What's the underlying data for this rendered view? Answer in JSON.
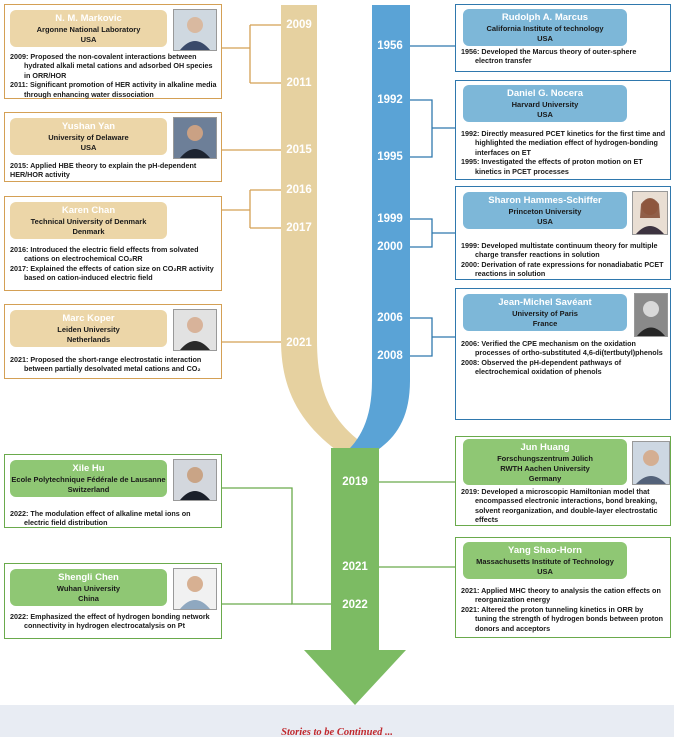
{
  "colors": {
    "tan": "#e6d1a0",
    "blue": "#4c9ad0",
    "green": "#7cbb63",
    "footer_text": "#c0282d",
    "footer_band": "#e8ecf3"
  },
  "tan_years": [
    "2009",
    "2011",
    "2015",
    "2016",
    "2017",
    "2021"
  ],
  "blue_years": [
    "1956",
    "1992",
    "1995",
    "1999",
    "2000",
    "2006",
    "2008"
  ],
  "green_years": [
    "2019",
    "2021",
    "2022"
  ],
  "cards": {
    "markovic": {
      "name": "N. M. Markovic",
      "inst": "Argonne National Laboratory",
      "country": "USA",
      "lines": [
        "2009: Proposed the non-covalent interactions between hydrated alkali metal cations and adsorbed OH species in ORR/HOR",
        "2011: Significant promotion of HER activity in alkaline media through enhancing water dissociation"
      ]
    },
    "yan": {
      "name": "Yushan Yan",
      "inst": "University of Delaware",
      "country": "USA",
      "lines": [
        "2015: Applied HBE theory to explain the pH-dependent HER/HOR activity"
      ]
    },
    "chan": {
      "name": "Karen Chan",
      "inst": "Technical University of Denmark",
      "country": "Denmark",
      "lines": [
        "2016: Introduced the electric field effects from solvated cations on electrochemical CO₂RR",
        "2017: Explained the effects of cation size on CO₂RR activity based on cation-induced electric field"
      ]
    },
    "koper": {
      "name": "Marc Koper",
      "inst": "Leiden University",
      "country": "Netherlands",
      "lines": [
        "2021: Proposed the short-range electrostatic interaction between partially desolvated metal cations and CO₂"
      ]
    },
    "marcus": {
      "name": "Rudolph A. Marcus",
      "inst": "California Institute of technology",
      "country": "USA",
      "lines": [
        "1956: Developed the Marcus theory of outer-sphere electron transfer"
      ]
    },
    "nocera": {
      "name": "Daniel G. Nocera",
      "inst": "Harvard University",
      "country": "USA",
      "lines": [
        "1992: Directly measured PCET kinetics for the first time and highlighted the mediation effect of hydrogen-bonding interfaces on ET",
        "1995: Investigated the effects of proton motion on ET kinetics in PCET processes"
      ]
    },
    "hammes": {
      "name": "Sharon Hammes-Schiffer",
      "inst": "Princeton University",
      "country": "USA",
      "lines": [
        "1999: Developed multistate continuum theory for multiple charge transfer reactions in solution",
        "2000: Derivation of rate expressions for nonadiabatic PCET reactions in solution"
      ]
    },
    "saveant": {
      "name": "Jean-Michel Savéant",
      "inst": "University of Paris",
      "country": "France",
      "lines": [
        "2006: Verified the CPE mechanism on the oxidation processes of ortho-substituted 4,6-di(tertbutyl)phenols",
        "2008: Observed the pH-dependent  pathways of electrochemical oxidation of phenols"
      ]
    },
    "hu": {
      "name": "Xile Hu",
      "inst": "Ecole Polytechnique Fédérale de Lausanne",
      "country": "Switzerland",
      "lines": [
        "2022: The modulation effect of alkaline metal ions on electric field distribution"
      ]
    },
    "chen": {
      "name": "Shengli Chen",
      "inst": "Wuhan University",
      "country": "China",
      "lines": [
        "2022: Emphasized the effect of hydrogen bonding network connectivity in hydrogen electrocatalysis on Pt"
      ]
    },
    "huang": {
      "name": "Jun Huang",
      "inst": "Forschungszentrum Jülich",
      "inst2": "RWTH Aachen University",
      "country": "Germany",
      "lines": [
        "2019: Developed a microscopic Hamiltonian model that encompassed electronic interactions, bond breaking, solvent reorganization, and double-layer electrostatic effects"
      ]
    },
    "shaohorn": {
      "name": "Yang Shao-Horn",
      "inst": "Massachusetts Institute of Technology",
      "country": "USA",
      "lines": [
        "2021: Applied MHC theory to analysis the cation effects on reorganization energy",
        "2021: Altered the proton tunneling kinetics in ORR by tuning the strength of hydrogen bonds between proton donors and acceptors"
      ]
    }
  },
  "footer": "Stories to be Continued ..."
}
